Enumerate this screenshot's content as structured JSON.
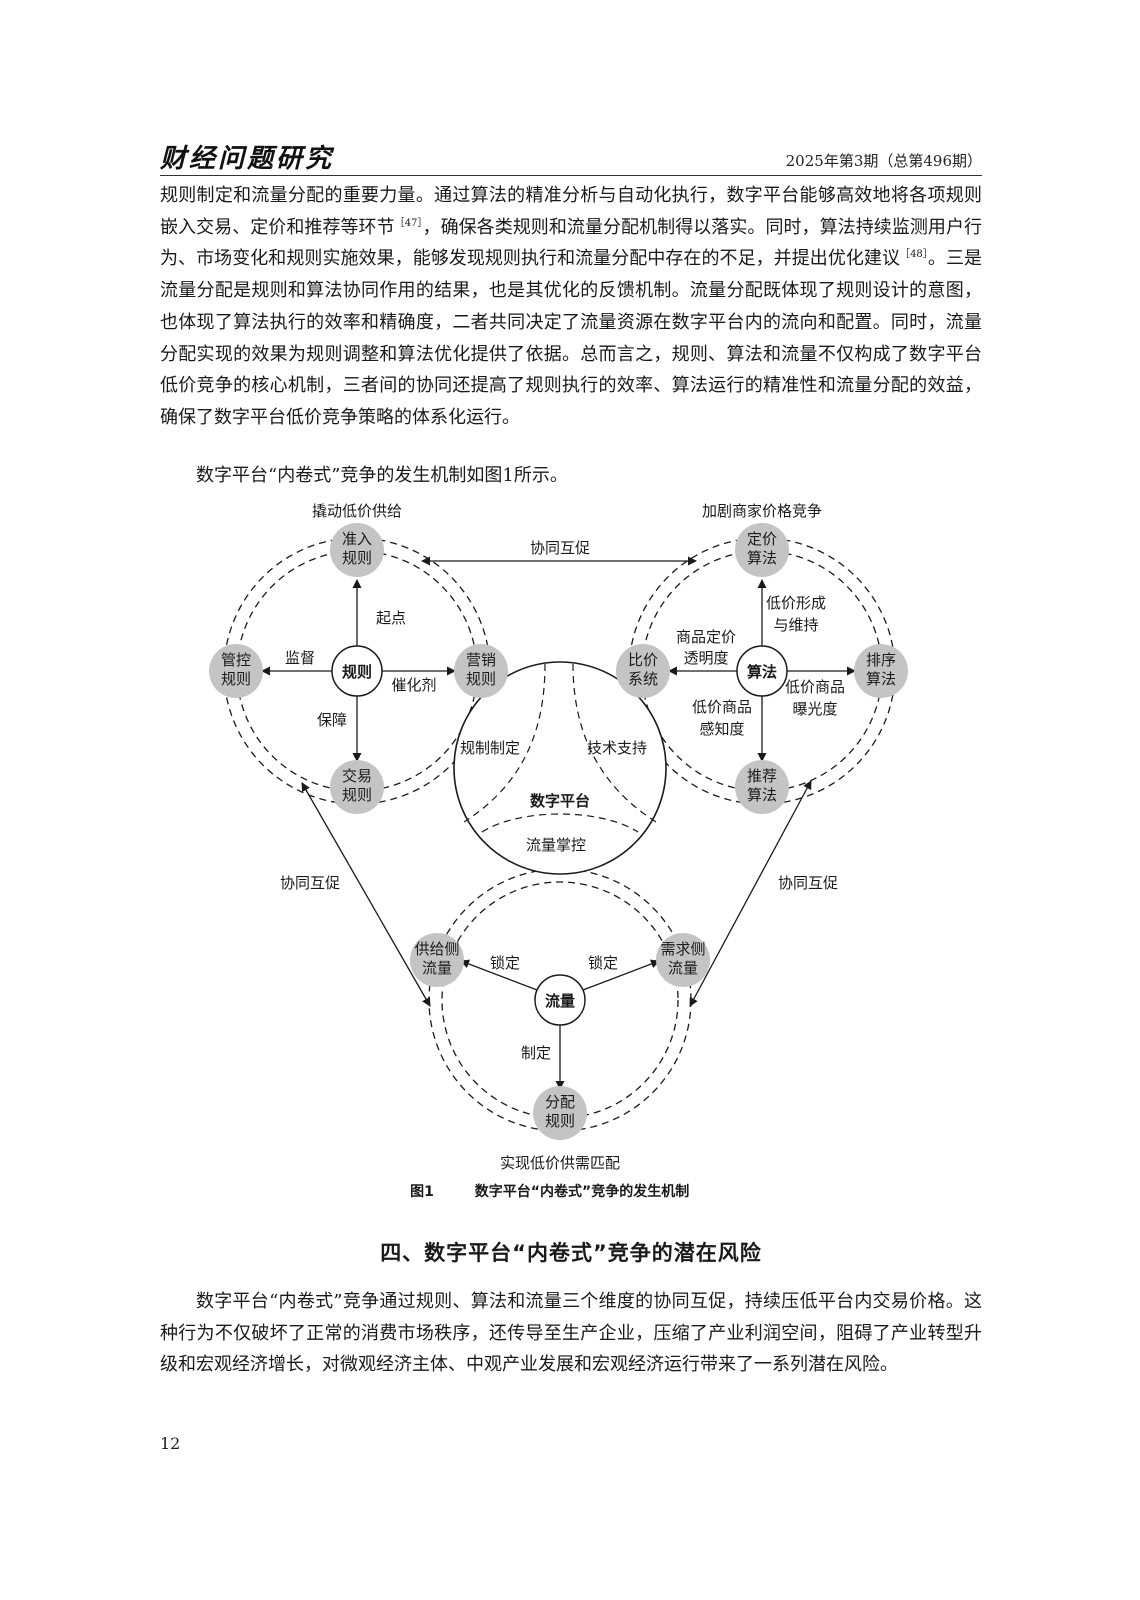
{
  "header": {
    "journal": "财经问题研究",
    "issue": "2025年第3期（总第496期）"
  },
  "body": {
    "p1_a": "规则制定和流量分配的重要力量。通过算法的精准分析与自动化执行，数字平台能够高效地将各项规则嵌入交易、定价和推荐等环节",
    "p1_ref1": "［47］",
    "p1_b": "，确保各类规则和流量分配机制得以落实。同时，算法持续监测用户行为、市场变化和规则实施效果，能够发现规则执行和流量分配中存在的不足，并提出优化建议",
    "p1_ref2": "［48］",
    "p1_c": "。三是流量分配是规则和算法协同作用的结果，也是其优化的反馈机制。流量分配既体现了规则设计的意图，也体现了算法执行的效率和精确度，二者共同决定了流量资源在数字平台内的流向和配置。同时，流量分配实现的效果为规则调整和算法优化提供了依据。总而言之，规则、算法和流量不仅构成了数字平台低价竞争的核心机制，三者间的协同还提高了规则执行的效率、算法运行的精准性和流量分配的效益，确保了数字平台低价竞争策略的体系化运行。",
    "p2": "数字平台“内卷式”竞争的发生机制如图1所示。",
    "section_title": "四、数字平台“内卷式”竞争的潜在风险",
    "p3": "数字平台“内卷式”竞争通过规则、算法和流量三个维度的协同互促，持续压低平台内交易价格。这种行为不仅破坏了正常的消费市场秩序，还传导至生产企业，压缩了产业利润空间，阻碍了产业转型升级和宏观经济增长，对微观经济主体、中观产业发展和宏观经济运行带来了一系列潜在风险。"
  },
  "figure": {
    "caption_num": "图1",
    "caption_text": "数字平台“内卷式”竞争的发生机制",
    "top_left_label": "撬动低价供给",
    "top_right_label": "加剧商家价格竞争",
    "bottom_label": "实现低价供需匹配",
    "synergy": "协同互促",
    "rules": {
      "center": "规则",
      "top": [
        "准入",
        "规则"
      ],
      "left": [
        "管控",
        "规则"
      ],
      "right": [
        "营销",
        "规则"
      ],
      "bottom": [
        "交易",
        "规则"
      ],
      "e_top": "起点",
      "e_left": "监督",
      "e_right": "催化剂",
      "e_bottom": "保障"
    },
    "algo": {
      "center": "算法",
      "top": [
        "定价",
        "算法"
      ],
      "left": [
        "比价",
        "系统"
      ],
      "right": [
        "排序",
        "算法"
      ],
      "bottom": [
        "推荐",
        "算法"
      ],
      "e_top": [
        "低价形成",
        "与维持"
      ],
      "e_left": [
        "商品定价",
        "透明度"
      ],
      "e_right": [
        "低价商品",
        "曝光度"
      ],
      "e_bottom": [
        "低价商品",
        "感知度"
      ]
    },
    "flow": {
      "center": "流量",
      "left": [
        "供给侧",
        "流量"
      ],
      "right": [
        "需求侧",
        "流量"
      ],
      "bottom": [
        "分配",
        "规则"
      ],
      "e_left": "锁定",
      "e_right": "锁定",
      "e_bottom": "制定"
    },
    "platform": {
      "center": "数字平台",
      "seg1": "规制制定",
      "seg2": "技术支持",
      "seg3": "流量掌控"
    }
  },
  "page_number": "12",
  "colors": {
    "node_fill": "#c4c4c4",
    "line": "#1a1a1a"
  }
}
